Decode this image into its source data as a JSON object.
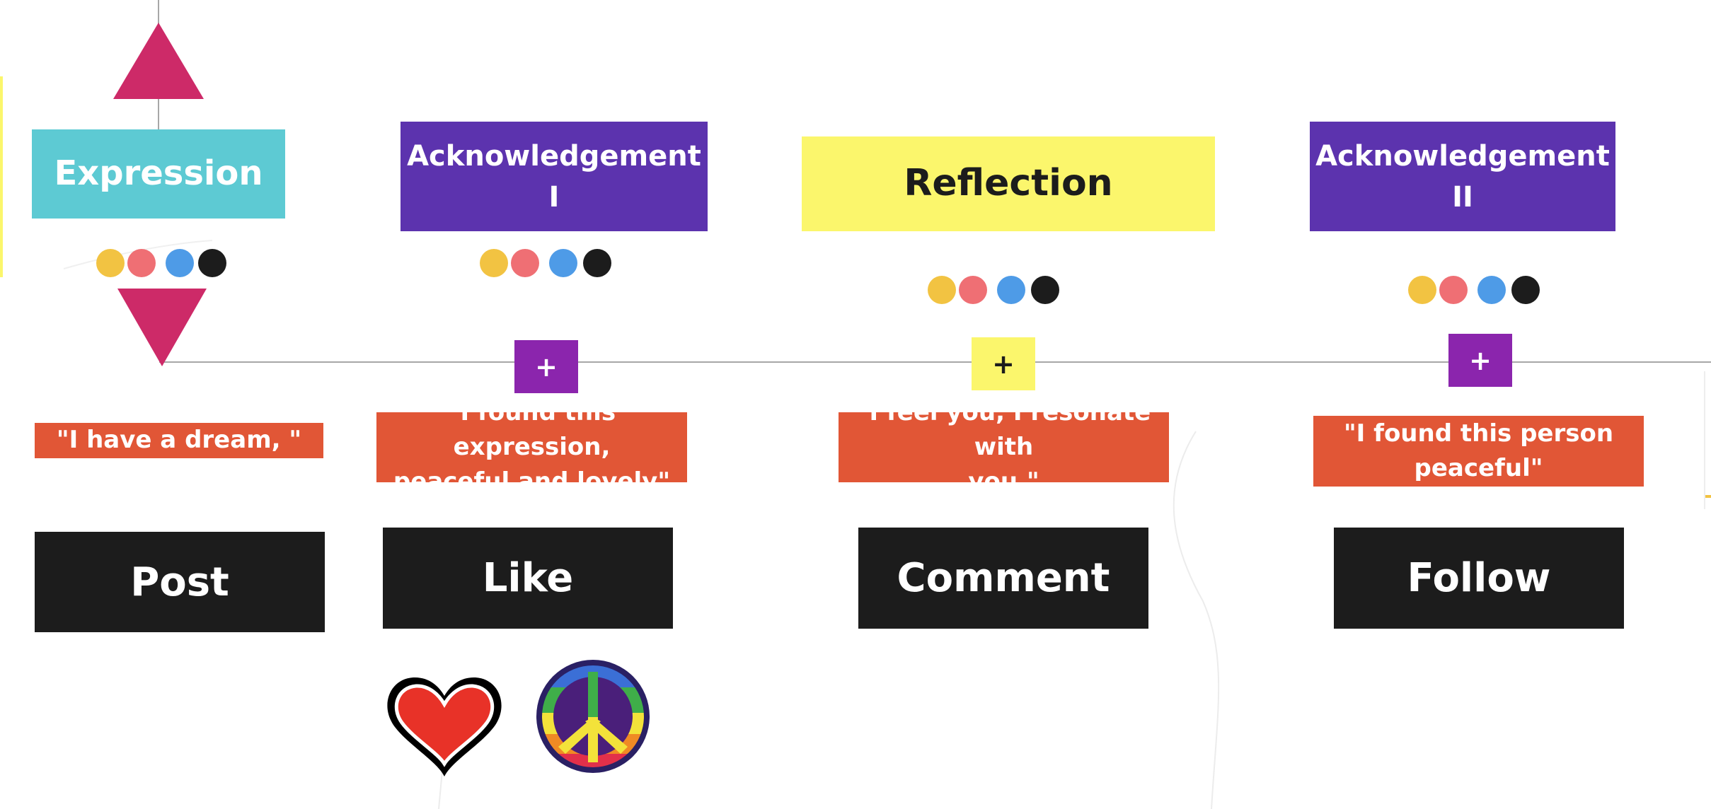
{
  "colors": {
    "teal": "#5dcad3",
    "purple": "#5c33ae",
    "yellow": "#fbf66c",
    "magenta": "#cd2a68",
    "orange": "#e15636",
    "black": "#1c1c1c",
    "plus_purple": "#8b25ad",
    "dot_yellow": "#f2c342",
    "dot_pink": "#ef6f74",
    "dot_blue": "#4e9be7",
    "dot_black": "#1c1c1c"
  },
  "stages": [
    {
      "label": "Expression",
      "color": "teal"
    },
    {
      "label": "Acknowledgement\nI",
      "color": "purple"
    },
    {
      "label": "Reflection",
      "color": "yellow"
    },
    {
      "label": "Acknowledgement\nII",
      "color": "purple"
    }
  ],
  "plus_buttons": [
    {
      "label": "+",
      "color": "purple"
    },
    {
      "label": "+",
      "color": "yellow"
    },
    {
      "label": "+",
      "color": "purple"
    }
  ],
  "quotes": [
    "\"I have a dream, \"",
    "\"I found this expression,\npeaceful and lovely\"",
    "\"I feel you, I resonate with\nyou.\"",
    "\"I found this person\npeaceful\""
  ],
  "actions": [
    "Post",
    "Like",
    "Comment",
    "Follow"
  ],
  "icons": [
    "triangle-up-icon",
    "triangle-down-icon",
    "heart-icon",
    "peace-sign-icon"
  ]
}
